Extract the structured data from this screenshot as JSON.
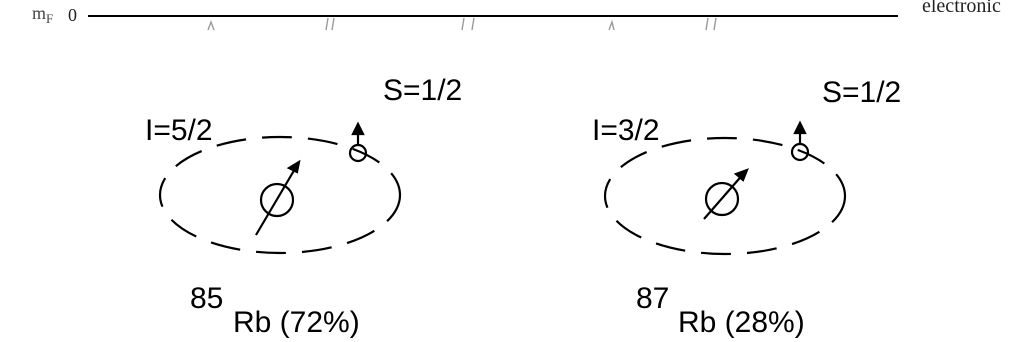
{
  "top_strip": {
    "mf_label": "m",
    "mf_subscript": "F",
    "zero_label": "0",
    "electronic_label": "electronic"
  },
  "atoms": [
    {
      "nuclear_spin_label": "I=5/2",
      "electron_spin_label": "S=1/2",
      "mass_number": "85",
      "element_label": "Rb (72%)"
    },
    {
      "nuclear_spin_label": "I=3/2",
      "electron_spin_label": "S=1/2",
      "mass_number": "87",
      "element_label": "Rb (28%)"
    }
  ],
  "colors": {
    "ink": "#000000",
    "faded_tick": "#9a9a9a"
  }
}
